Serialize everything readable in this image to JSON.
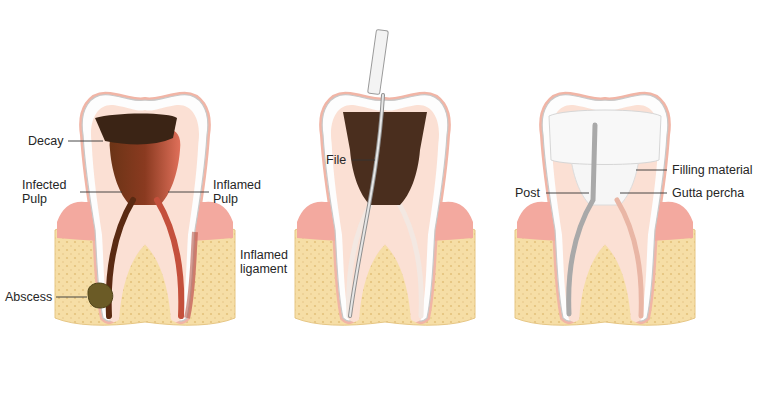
{
  "diagram": {
    "labels": [
      "Decay",
      "Infected Pulp",
      "Inflamed Pulp",
      "Inflamed ligament",
      "Abscess",
      "File",
      "Post",
      "Filling material",
      "Gutta percha"
    ]
  }
}
